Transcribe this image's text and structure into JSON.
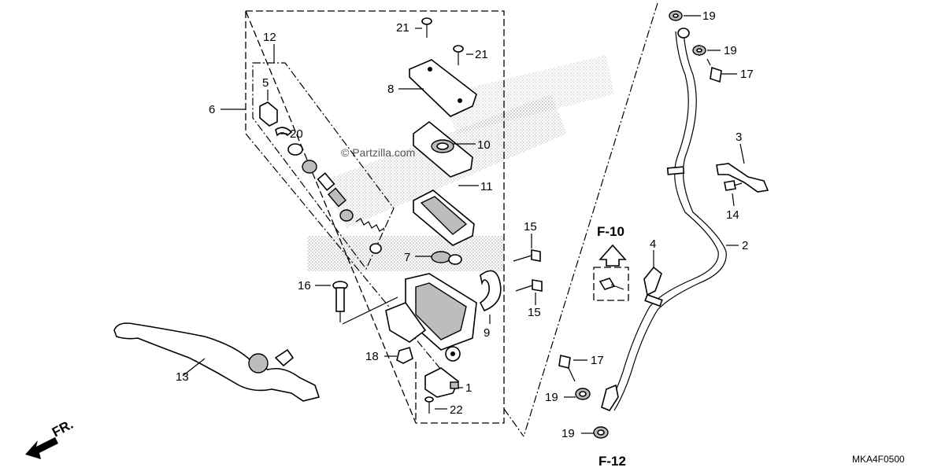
{
  "watermark": "© Partzilla.com",
  "diagram_code": "MKA4F0500",
  "direction_label": "FR.",
  "references": [
    "F-10",
    "F-12"
  ],
  "callouts": {
    "c1": "1",
    "c2": "2",
    "c3": "3",
    "c4": "4",
    "c5": "5",
    "c6": "6",
    "c7": "7",
    "c8": "8",
    "c9": "9",
    "c10": "10",
    "c11": "11",
    "c12": "12",
    "c13": "13",
    "c14": "14",
    "c15a": "15",
    "c15b": "15",
    "c16": "16",
    "c17a": "17",
    "c17b": "17",
    "c18": "18",
    "c19a": "19",
    "c19b": "19",
    "c19c": "19",
    "c19d": "19",
    "c20": "20",
    "c21a": "21",
    "c21b": "21",
    "c22": "22"
  }
}
